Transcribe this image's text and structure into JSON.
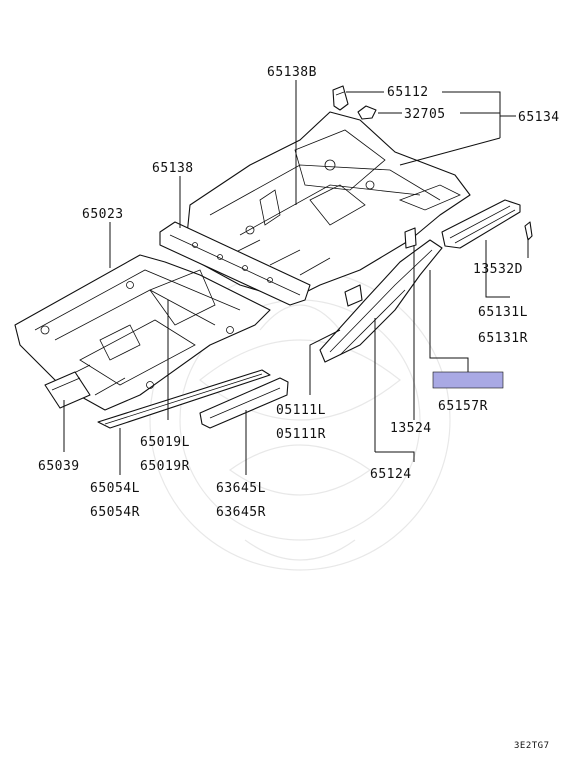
{
  "diagram": {
    "part_labels": {
      "p65138B": "65138B",
      "p65112": "65112",
      "p32705": "32705",
      "p65134": "65134",
      "p65138": "65138",
      "p65023": "65023",
      "p13532D": "13532D",
      "p65131L": "65131L",
      "p65131R": "65131R",
      "p65157R": "65157R",
      "p05111L": "05111L",
      "p05111R": "05111R",
      "p13524": "13524",
      "p65124": "65124",
      "p65019L": "65019L",
      "p65019R": "65019R",
      "p65039": "65039",
      "p65054L": "65054L",
      "p65054R": "65054R",
      "p63645L": "63645L",
      "p63645R": "63645R"
    },
    "highlight_color": "#a9a9e4",
    "diagram_code": "3E2TG7"
  }
}
